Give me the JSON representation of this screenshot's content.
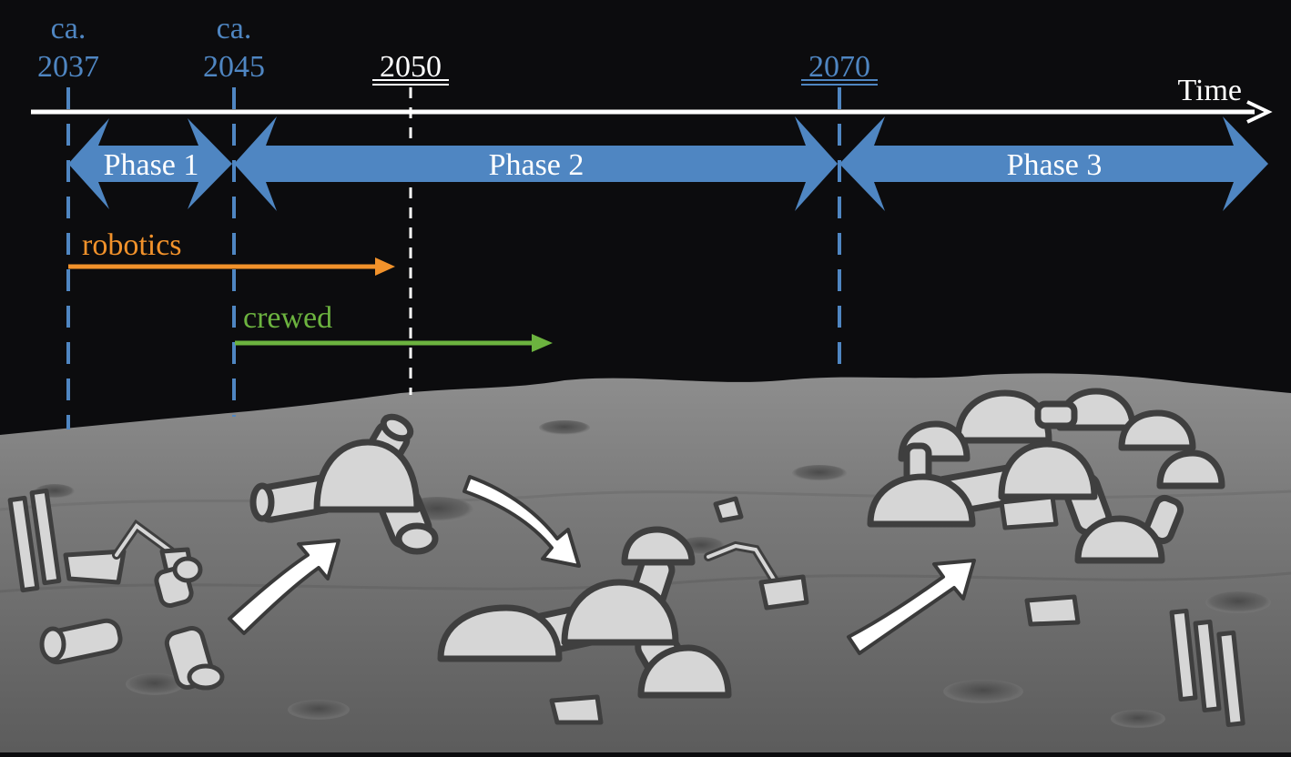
{
  "timeline": {
    "axis_label": "Time",
    "markers": [
      {
        "prefix": "ca.",
        "year": "2037",
        "color": "#4f86c2",
        "style": "plain"
      },
      {
        "prefix": "ca.",
        "year": "2045",
        "color": "#4f86c2",
        "style": "plain"
      },
      {
        "prefix": "",
        "year": "2050",
        "color": "#ffffff",
        "style": "double-underline"
      },
      {
        "prefix": "",
        "year": "2070",
        "color": "#4f86c2",
        "style": "double-underline"
      }
    ],
    "phases": [
      {
        "label": "Phase 1"
      },
      {
        "label": "Phase 2"
      },
      {
        "label": "Phase 3"
      }
    ],
    "tracks": [
      {
        "label": "robotics",
        "color": "#f2922b"
      },
      {
        "label": "crewed",
        "color": "#6cb33f"
      }
    ]
  },
  "colors": {
    "phase_arrow": "#4f86c2",
    "robotics": "#f2922b",
    "crewed": "#6cb33f",
    "axis": "#ffffff",
    "module_fill": "#d6d6d6",
    "module_outline": "#3f3f3f"
  },
  "illustration": {
    "background": "lunar-surface",
    "stages": [
      "robotic-construction",
      "initial-outpost",
      "expanded-outpost",
      "settlement"
    ]
  }
}
